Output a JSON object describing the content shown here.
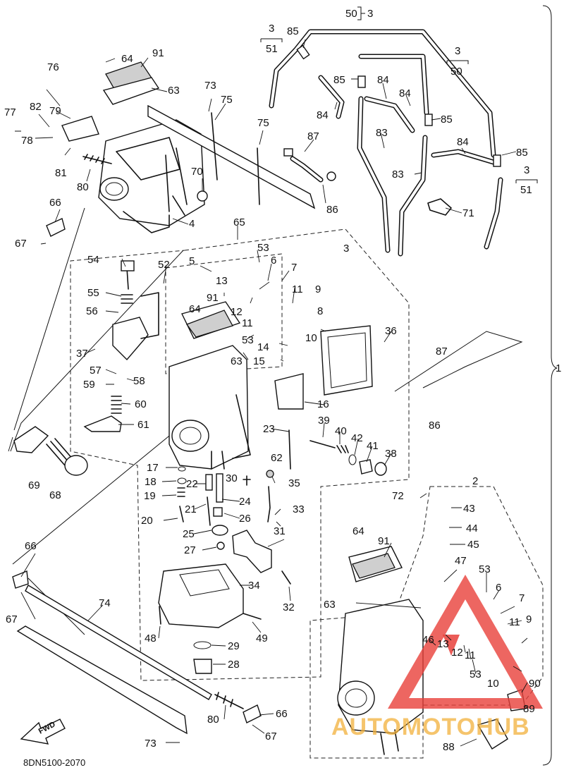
{
  "diagram": {
    "part_number_code": "8DN5100-2070",
    "fwd_label": "FWD",
    "bracket_label": "1",
    "ref_3_51_a": {
      "top": "3",
      "bottom": "51"
    },
    "ref_3_50_a": {
      "top": "50",
      "right": "3"
    },
    "ref_3_50_b": {
      "top": "3",
      "bottom": "50"
    },
    "ref_3_51_b": {
      "top": "3",
      "bottom": "51"
    },
    "callouts": [
      "1",
      "2",
      "3",
      "4",
      "5",
      "6",
      "7",
      "8",
      "9",
      "10",
      "11",
      "12",
      "13",
      "14",
      "15",
      "16",
      "17",
      "18",
      "19",
      "20",
      "21",
      "22",
      "23",
      "24",
      "25",
      "26",
      "27",
      "28",
      "29",
      "30",
      "31",
      "32",
      "33",
      "34",
      "35",
      "36",
      "37",
      "38",
      "39",
      "40",
      "41",
      "42",
      "43",
      "44",
      "45",
      "46",
      "47",
      "48",
      "49",
      "52",
      "53",
      "54",
      "55",
      "56",
      "57",
      "58",
      "59",
      "60",
      "61",
      "62",
      "63",
      "64",
      "65",
      "66",
      "67",
      "68",
      "69",
      "70",
      "71",
      "72",
      "73",
      "74",
      "75",
      "76",
      "77",
      "78",
      "79",
      "80",
      "81",
      "82",
      "83",
      "84",
      "85",
      "86",
      "87",
      "88",
      "89",
      "90",
      "91"
    ]
  },
  "watermark": {
    "text": "AUTOMOTOHUB",
    "color": "#e8403a",
    "accent": "#f2b13c"
  }
}
